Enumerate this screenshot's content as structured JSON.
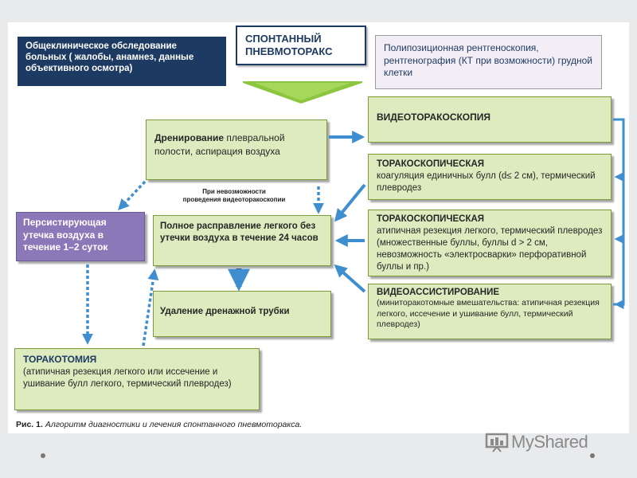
{
  "title_box": {
    "line1": "СПОНТАННЫЙ",
    "line2": "ПНЕВМОТОРАКС"
  },
  "exam_box": {
    "text": "Общеклиническое обследование больных ( жалобы, анамнез, данные объективного осмотра)"
  },
  "xray_box": {
    "text": "Полипозиционная рентгеноскопия, рентгенография (КТ при возможности) грудной клетки"
  },
  "drainage_box": {
    "head": "Дренирование",
    "text": "плевральной полости, аспирация воздуха"
  },
  "vts_box": {
    "text": "ВИДЕОТОРАКОСКОПИЯ"
  },
  "thoraco1_box": {
    "head": "ТОРАКОСКОПИЧЕСКАЯ",
    "text": "коагуляция единичных булл (d≤ 2 см), термический плевродез"
  },
  "thoraco2_box": {
    "head": "ТОРАКОСКОПИЧЕСКАЯ",
    "text": "атипичная резекция легкого, термический плевродез (множественные буллы, буллы d > 2 см, невозможность «электросварки» перфоративной буллы и пр.)"
  },
  "video_box": {
    "head": "ВИДЕОАССИСТИРОВАНИЕ",
    "text": "(миниторакотомные вмешательства: атипичная резекция легкого, иссечение и ушивание булл, термический плевродез)"
  },
  "persist_box": {
    "text": "Персистирующая утечка воздуха в течение 1–2 суток"
  },
  "expansion_box": {
    "text": "Полное расправление легкого без утечки воздуха в течение 24 часов"
  },
  "removal_box": {
    "text": "Удаление дренажной трубки"
  },
  "thoracotomy_box": {
    "head": "ТОРАКОТОМИЯ",
    "text": "(атипичная резекция легкого или иссечение и ушивание булл легкого, термический плевродез)"
  },
  "note": {
    "line1": "При невозможности",
    "line2": "проведения видеоторакоскопии"
  },
  "caption": {
    "label": "Рис. 1.",
    "text": "Алгоритм диагностики и лечения спонтанного пневмоторакса."
  },
  "logo": {
    "text": "MyShared"
  },
  "colors": {
    "navy": "#1d3b62",
    "green_fill": "#deebbf",
    "purple": "#8b78b8",
    "arrow_blue": "#3f8fd0",
    "funnel_green": "#8cc63f"
  }
}
